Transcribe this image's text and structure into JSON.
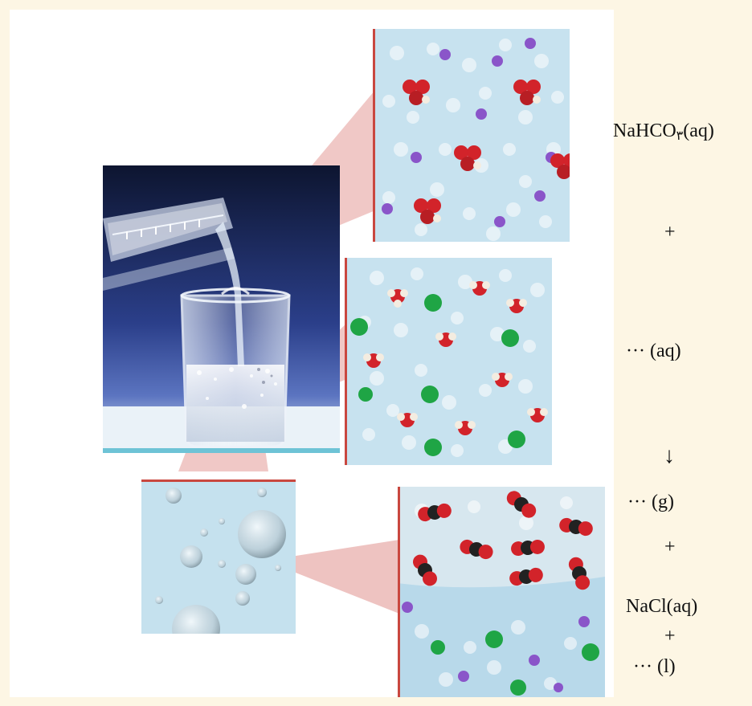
{
  "equation": {
    "reactant1_formula": "NaHCO",
    "reactant1_subscript": "۳",
    "reactant1_state": "(aq)",
    "plus1": "+",
    "reactant2": "··· (aq)",
    "arrow": "↓",
    "product1": "··· (g)",
    "plus2": "+",
    "product2": "NaCl(aq)",
    "plus3": "+",
    "product3": "··· (l)"
  },
  "colors": {
    "background": "#fdf6e4",
    "solution_blue": "#c7e2ef",
    "panel_edge": "#c9473f",
    "oxygen": "#d2232a",
    "carbon": "#222222",
    "hydrogen": "#f4ece0",
    "sodium": "#8a55c9",
    "chloride": "#1fa545",
    "water_ghost": "#ffffff"
  },
  "icons": {
    "photo": "pouring-beaker-photo",
    "molecule": "space-filling-molecule",
    "bubble": "gas-bubble"
  }
}
